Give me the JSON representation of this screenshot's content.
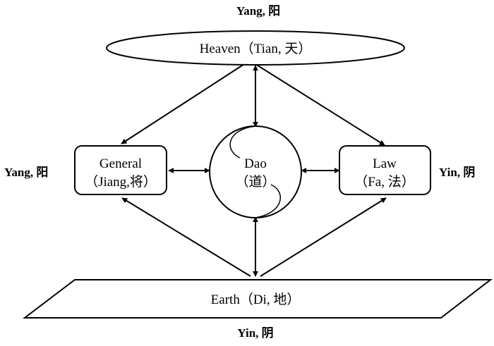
{
  "labels": {
    "top_yang": "Yang, 阳",
    "left_yang": "Yang, 阳",
    "right_yin": "Yin, 阴",
    "bottom_yin": "Yin, 阴"
  },
  "nodes": {
    "heaven": {
      "label": "Heaven（Tian, 天）"
    },
    "general": {
      "line1": "General",
      "line2": "（Jiang,将）"
    },
    "dao": {
      "line1": "Dao",
      "line2": "（道）"
    },
    "law": {
      "line1": "Law",
      "line2": "（Fa, 法）"
    },
    "earth": {
      "label": "Earth（Di, 地）"
    }
  },
  "colors": {
    "stroke": "#000000",
    "background": "#ffffff"
  }
}
